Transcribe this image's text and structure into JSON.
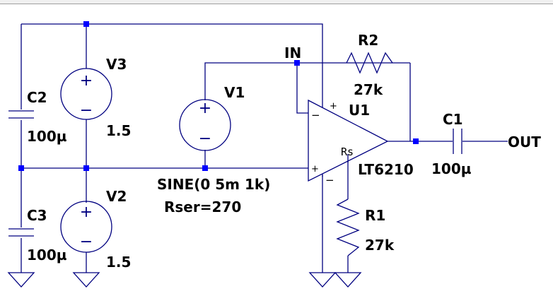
{
  "colors": {
    "wire": "#000080",
    "node": "#0000ff",
    "text": "#000000",
    "background": "#ffffff"
  },
  "components": {
    "c2": {
      "name": "C2",
      "value": "100µ"
    },
    "c3": {
      "name": "C3",
      "value": "100µ"
    },
    "v3": {
      "name": "V3",
      "value": "1.5"
    },
    "v2": {
      "name": "V2",
      "value": "1.5"
    },
    "v1": {
      "name": "V1",
      "value": "SINE(0 5m 1k)",
      "rser": "Rser=270"
    },
    "r2": {
      "name": "R2",
      "value": "27k"
    },
    "r1": {
      "name": "R1",
      "value": "27k"
    },
    "u1": {
      "name": "U1",
      "value": "LT6210",
      "pin_rs": "Rs",
      "pin_plus_top": "+",
      "pin_minus_in": "−",
      "pin_plus_in": "+",
      "pin_minus_bottom": "−"
    },
    "c1": {
      "name": "C1",
      "value": "100µ"
    }
  },
  "nets": {
    "in": "IN",
    "out": "OUT"
  }
}
